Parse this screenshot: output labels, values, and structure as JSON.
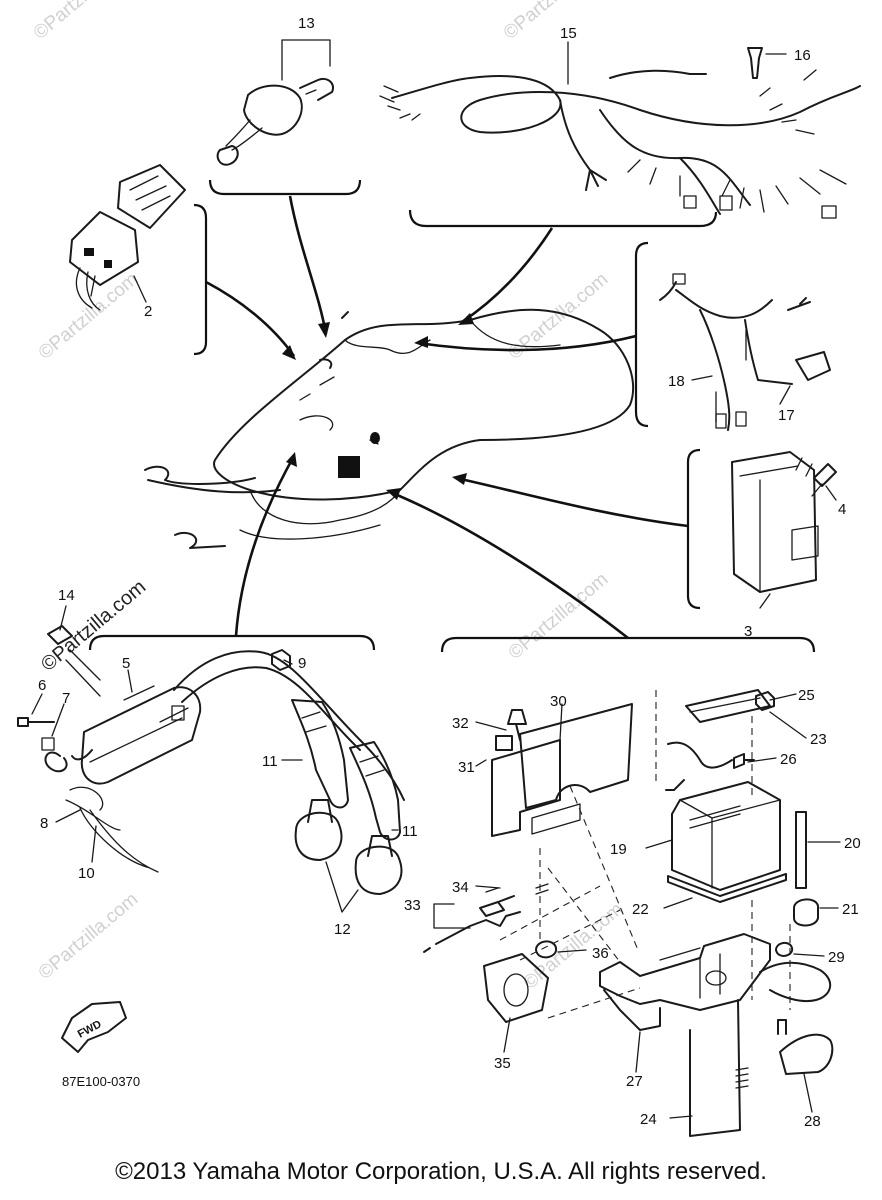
{
  "callouts": [
    "2",
    "3",
    "4",
    "5",
    "6",
    "7",
    "8",
    "9",
    "10",
    "11",
    "11",
    "12",
    "13",
    "14",
    "15",
    "16",
    "17",
    "18",
    "19",
    "20",
    "21",
    "22",
    "23",
    "24",
    "25",
    "26",
    "27",
    "28",
    "29",
    "30",
    "31",
    "32",
    "33",
    "34",
    "35",
    "36"
  ],
  "diagram_code": "87E100-0370",
  "fwd_label": "FWD",
  "watermark": "©Partzilla.com",
  "copyright": "©2013 Yamaha Motor Corporation, U.S.A. All rights reserved."
}
